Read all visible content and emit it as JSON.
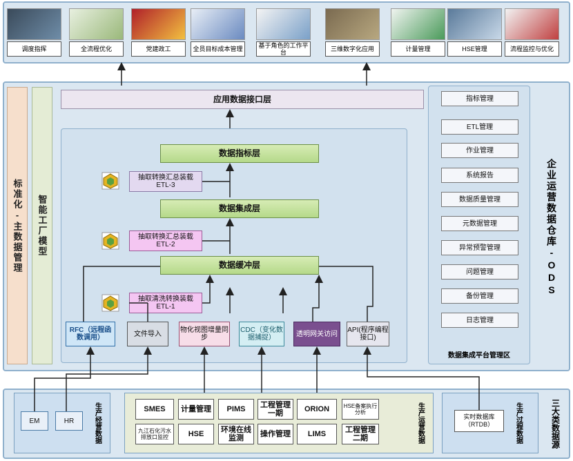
{
  "apps": [
    "调度指挥",
    "全流程优化",
    "党建政工",
    "全员目标成本管理",
    "基于角色的工作平台",
    "三维数字化应用",
    "计量管理",
    "HSE管理",
    "流程监控与优化"
  ],
  "left_col1": "标准化-主数据管理",
  "left_col2": "智能工厂模型",
  "interface_layer": "应用数据接口层",
  "layers": {
    "indicator": "数据指标层",
    "integration": "数据集成层",
    "buffer": "数据缓冲层"
  },
  "etl": [
    {
      "name": "抽取转换汇总装载",
      "code": "ETL-3"
    },
    {
      "name": "抽取转换汇总装载",
      "code": "ETL-2"
    },
    {
      "name": "抽取清洗转换装载",
      "code": "ETL-1"
    }
  ],
  "sources": [
    "RFC（远程函数调用）",
    "文件导入",
    "物化视图增量同步",
    "CDC（变化数据捕捉）",
    "透明网关访问",
    "API(程序编程接口)"
  ],
  "right_title": "企业运营数据仓库-ODS",
  "right_items": [
    "指标管理",
    "ETL管理",
    "作业管理",
    "系统报告",
    "数据质量管理",
    "元数据管理",
    "异常预警管理",
    "问题管理",
    "备份管理",
    "日志管理"
  ],
  "right_footer": "数据集成平台管理区",
  "bottom": {
    "title": "三大类数据源",
    "mgmt_label": "生产经营数据",
    "mgmt_items": [
      "EM",
      "HR"
    ],
    "ops_label": "生产运营数据",
    "ops_items": [
      "SMES",
      "计量管理",
      "PIMS",
      "工程管理一期",
      "ORION",
      "HSE备案执行分析",
      "九江石化污水排放口监控",
      "HSE",
      "环境在线监测",
      "操作管理",
      "LIMS",
      "工程管理二期"
    ],
    "proc_label": "生产过程数据",
    "proc_items": [
      "实时数据库（RTDB）"
    ]
  }
}
